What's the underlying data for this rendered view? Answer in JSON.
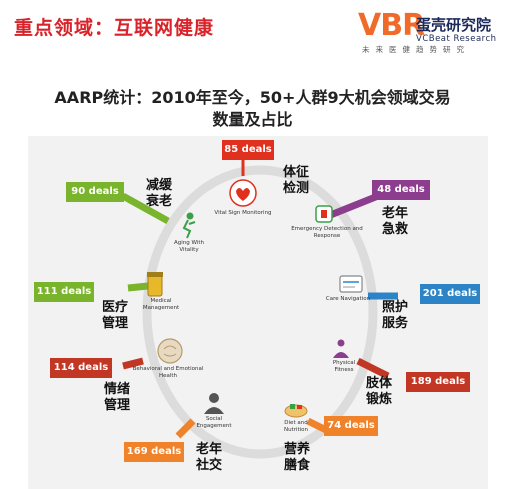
{
  "header": {
    "title": "重点领域：互联网健康",
    "logo_mark": "VBR",
    "logo_cn": "蛋壳研究院",
    "logo_en": "VCBeat Research",
    "logo_sub": "未来医健趋势研究"
  },
  "subtitle": {
    "line1": "AARP统计：2010年至今，50+人群9大机会领域交易",
    "line2": "数量及占比"
  },
  "colors": {
    "red": "#e0301e",
    "purple": "#8c3d8e",
    "green": "#7ab42c",
    "blue": "#2c84c6",
    "dark_red": "#c23624",
    "orange": "#f0822a"
  },
  "areas": [
    {
      "key": "vital",
      "deals": "85 deals",
      "cn": "体征检测",
      "en": "Vital Sign Monitoring",
      "icon": "heart-pulse-icon",
      "color": "#e0301e"
    },
    {
      "key": "emergency",
      "deals": "48 deals",
      "cn": "老年急救",
      "en": "Emergency Detection and Response",
      "icon": "alarm-icon",
      "color": "#8c3d8e"
    },
    {
      "key": "care",
      "deals": "201 deals",
      "cn": "照护服务",
      "en": "Care Navigation",
      "icon": "navigation-icon",
      "color": "#2c84c6"
    },
    {
      "key": "fitness",
      "deals": "189 deals",
      "cn": "肢体锻炼",
      "en": "Physical Fitness",
      "icon": "meditation-icon",
      "color": "#c23624"
    },
    {
      "key": "diet",
      "deals": "74 deals",
      "cn": "营养膳食",
      "en": "Diet and Nutrition",
      "icon": "food-icon",
      "color": "#f0822a"
    },
    {
      "key": "social",
      "deals": "169 deals",
      "cn": "老年社交",
      "en": "Social Engagement",
      "icon": "person-icon",
      "color": "#f0822a"
    },
    {
      "key": "behavioral",
      "deals": "114 deals",
      "cn": "情绪管理",
      "en": "Behavioral and Emotional Health",
      "icon": "brain-icon",
      "color": "#c23624"
    },
    {
      "key": "medical",
      "deals": "111 deals",
      "cn": "医疗管理",
      "en": "Medical Management",
      "icon": "pill-bottle-icon",
      "color": "#7ab42c"
    },
    {
      "key": "aging",
      "deals": "90 deals",
      "cn": "减缓衰老",
      "en": "Aging With Vitality",
      "icon": "runner-icon",
      "color": "#7ab42c"
    }
  ]
}
